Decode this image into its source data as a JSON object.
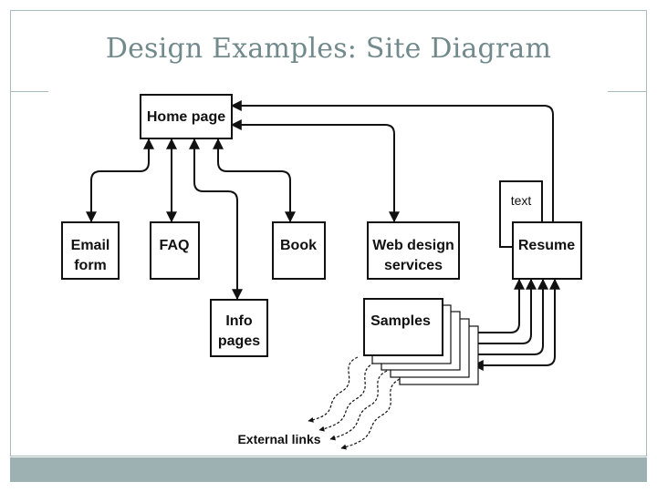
{
  "slide": {
    "title": "Design Examples: Site Diagram"
  },
  "diagram": {
    "nodes": {
      "home": [
        "Home page"
      ],
      "email": [
        "Email",
        "form"
      ],
      "faq": [
        "FAQ"
      ],
      "book": [
        "Book"
      ],
      "webdesign": [
        "Web design",
        "services"
      ],
      "resume": [
        "Resume"
      ],
      "text": [
        "text"
      ],
      "info": [
        "Info",
        "pages"
      ],
      "samples": [
        "Samples"
      ]
    },
    "external_label": "External links",
    "edges": [
      {
        "from": "home",
        "to": "email",
        "direction": "both"
      },
      {
        "from": "home",
        "to": "faq",
        "direction": "both"
      },
      {
        "from": "home",
        "to": "info",
        "direction": "both"
      },
      {
        "from": "home",
        "to": "book",
        "direction": "both"
      },
      {
        "from": "home",
        "to": "webdesign",
        "direction": "both"
      },
      {
        "from": "resume",
        "to": "home",
        "direction": "forward"
      },
      {
        "from": "samples",
        "to": "resume",
        "direction": "both",
        "count": 4
      },
      {
        "from": "samples",
        "to": "external",
        "direction": "forward",
        "count": 4,
        "style": "dashed"
      }
    ]
  }
}
